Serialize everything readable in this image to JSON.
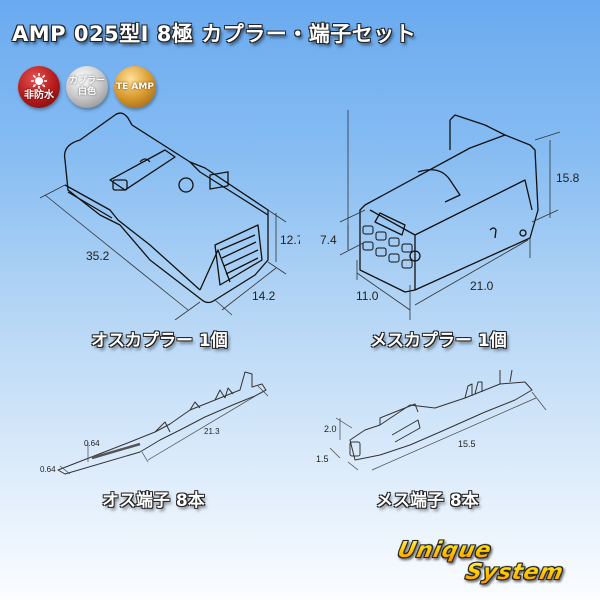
{
  "title": "AMP 025型I 8極 カプラー・端子セット",
  "badges": [
    {
      "label": "非防水",
      "icon": "sun-icon",
      "color": "#b21a1a"
    },
    {
      "label_line1": "カプラー",
      "label_line2": "白色",
      "color": "#b5b5b5"
    },
    {
      "label": "TE AMP",
      "color": "#d99a2e"
    }
  ],
  "male_coupler": {
    "caption": "オスカプラー 1個",
    "dimensions": {
      "length": "35.2",
      "height": "12.7",
      "width": "14.2"
    }
  },
  "female_coupler": {
    "caption": "メスカプラー 1個",
    "dimensions": {
      "height": "15.8",
      "front_height": "7.4",
      "width": "11.0",
      "length": "21.0"
    }
  },
  "male_terminal": {
    "caption": "オス端子 8本",
    "dimensions": {
      "length": "21.3",
      "tab_width": "0.64",
      "tab_thickness": "0.64"
    }
  },
  "female_terminal": {
    "caption": "メス端子 8本",
    "dimensions": {
      "height": "2.0",
      "width": "1.5",
      "length": "15.5"
    }
  },
  "logo": {
    "line1": "Unique",
    "line2": "System"
  }
}
